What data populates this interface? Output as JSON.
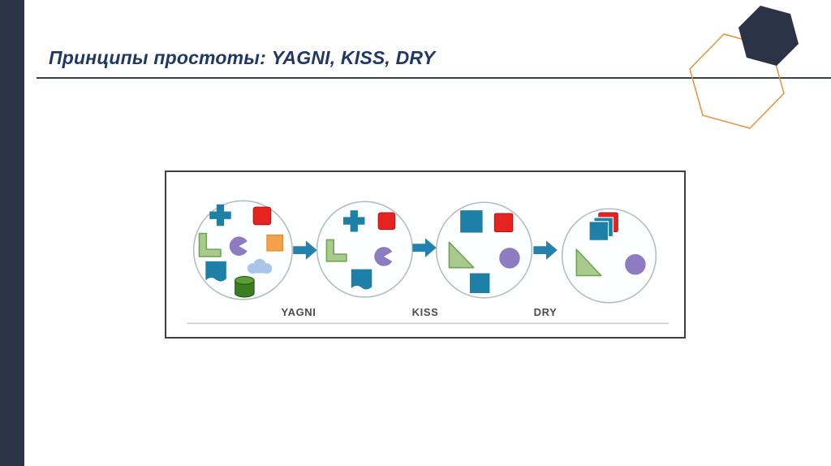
{
  "slide": {
    "title": "Принципы простоты: YAGNI, KISS, DRY"
  },
  "diagram": {
    "labels": [
      "YAGNI",
      "KISS",
      "DRY"
    ],
    "stages": [
      {
        "shapes": [
          "teal-cross",
          "red-square",
          "green-corner",
          "purple-pacman",
          "orange-square",
          "teal-flag",
          "blue-cloud",
          "green-cylinder"
        ]
      },
      {
        "shapes": [
          "teal-cross",
          "red-square",
          "green-corner",
          "purple-pacman",
          "teal-flag"
        ]
      },
      {
        "shapes": [
          "teal-square",
          "red-square",
          "green-triangle",
          "purple-circle",
          "teal-square"
        ]
      },
      {
        "shapes": [
          "red-square",
          "teal-square-stack",
          "green-triangle",
          "purple-circle"
        ]
      }
    ]
  },
  "colors": {
    "accent_navy": "#2b3447",
    "title_navy": "#203864",
    "divider": "#39404d",
    "hex_orange": "#e8913f",
    "teal": "#1f80a7",
    "red": "#e52420",
    "red_stroke": "#b11216",
    "green_light": "#a9c98f",
    "green_stroke": "#6aa84f",
    "purple": "#8d7cc2",
    "orange_square": "#f2a24c",
    "cloud_blue": "#a9c6e8",
    "cylinder_green": "#3a7d22",
    "cylinder_top": "#5b9e35",
    "arrow_teal": "#2381ad",
    "circle_stroke": "#b5bcc0",
    "frame_border": "#404040",
    "label_gray": "#4d4d4d",
    "baseline_gray": "#c9c9c9"
  }
}
